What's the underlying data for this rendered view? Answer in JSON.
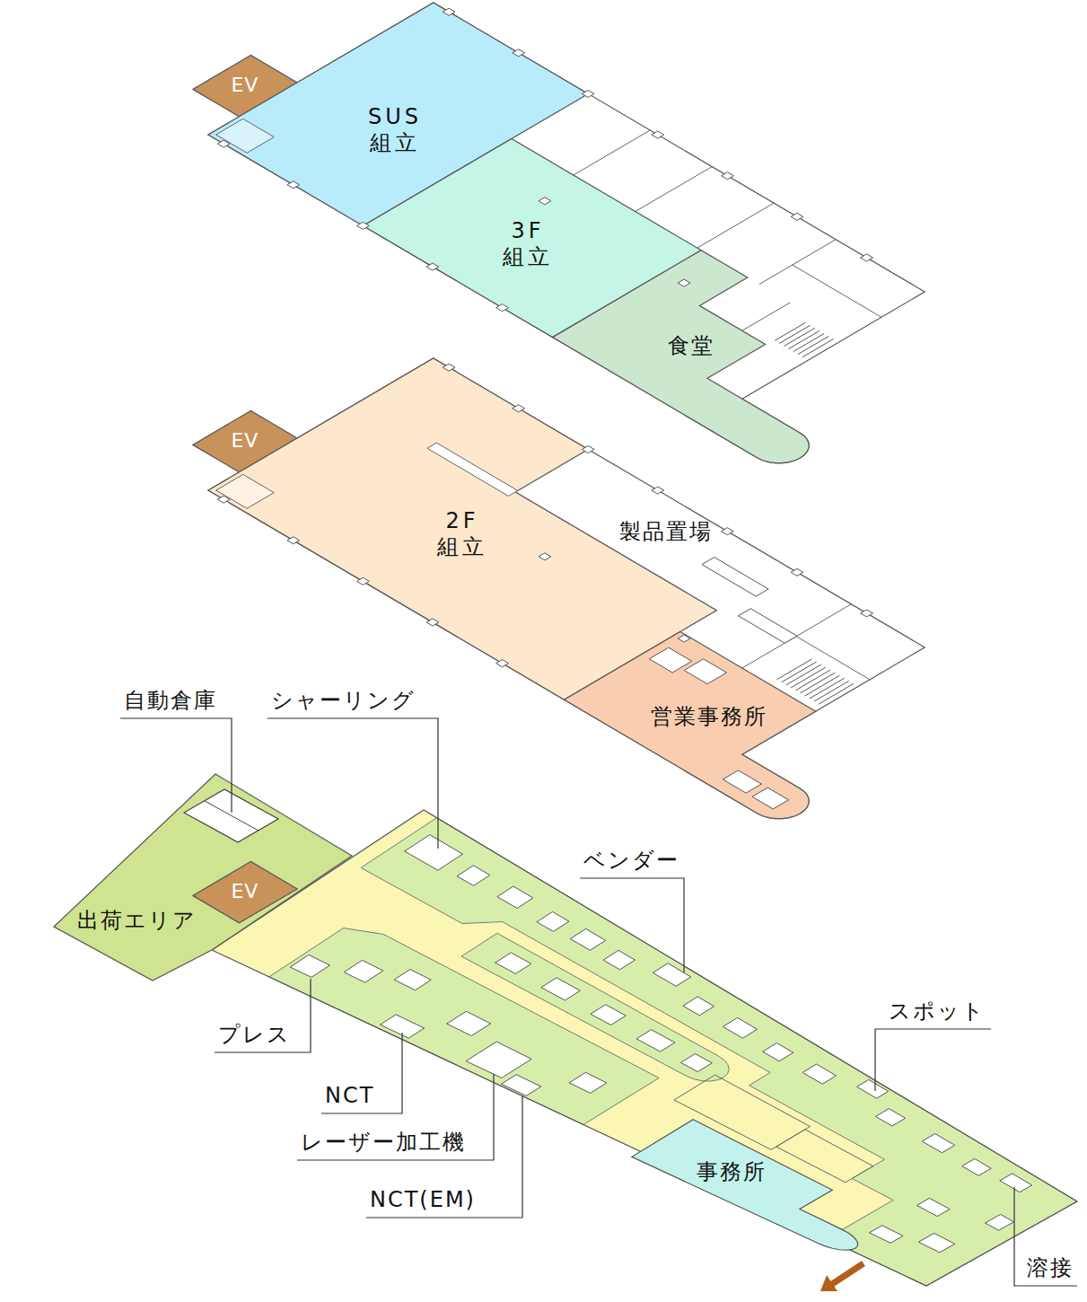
{
  "diagram": {
    "nodes": [
      {
        "text": [
          "EV"
        ]
      },
      {
        "text": [
          "SUS 組立"
        ]
      },
      {
        "text": [
          "3F 組立"
        ]
      },
      {
        "text": [
          "食堂"
        ]
      },
      {
        "text": [
          "EV"
        ]
      },
      {
        "text": [
          "2F 組立"
        ]
      },
      {
        "text": [
          "営業事務所"
        ]
      },
      {
        "text": [
          "出荷エリア"
        ]
      },
      {
        "text": [
          "EV"
        ]
      },
      {
        "text": [
          "事務所"
        ]
      }
    ],
    "labels": [
      "製品置場",
      "自動倉庫",
      "シャーリング",
      "ベンダー",
      "プレス",
      "スポット",
      "NCT",
      "レーザー加工機",
      "NCT(EM)",
      "溶接"
    ]
  }
}
